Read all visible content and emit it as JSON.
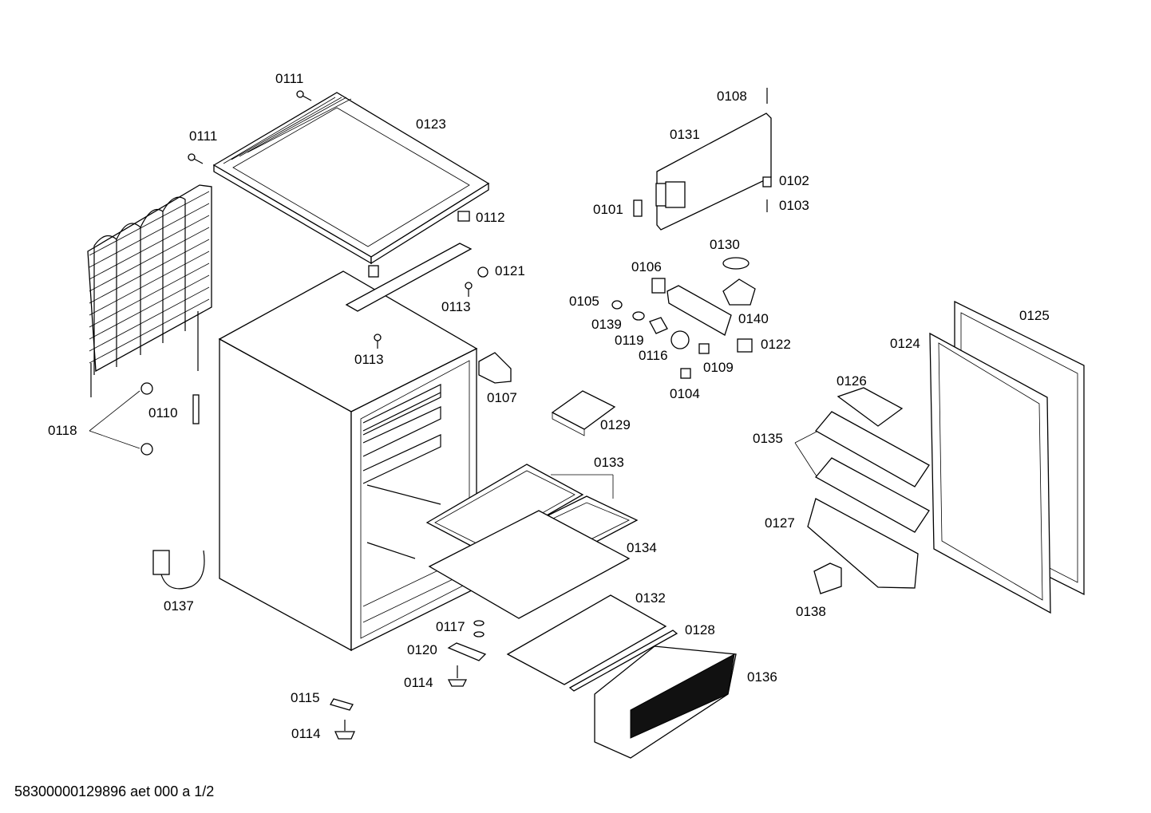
{
  "footer": "58300000129896 aet 000 a 1/2",
  "labels": {
    "l0111a": "0111",
    "l0111b": "0111",
    "l0123": "0123",
    "l0112": "0112",
    "l0121": "0121",
    "l0113a": "0113",
    "l0113b": "0113",
    "l0107": "0107",
    "l0118": "0118",
    "l0110": "0110",
    "l0137": "0137",
    "l0108": "0108",
    "l0131": "0131",
    "l0102": "0102",
    "l0103": "0103",
    "l0101": "0101",
    "l0130": "0130",
    "l0106": "0106",
    "l0105": "0105",
    "l0139": "0139",
    "l0140": "0140",
    "l0119": "0119",
    "l0116": "0116",
    "l0122": "0122",
    "l0109": "0109",
    "l0104": "0104",
    "l0129": "0129",
    "l0133": "0133",
    "l0134": "0134",
    "l0132": "0132",
    "l0128": "0128",
    "l0117": "0117",
    "l0120": "0120",
    "l0114a": "0114",
    "l0115": "0115",
    "l0114b": "0114",
    "l0136": "0136",
    "l0125": "0125",
    "l0124": "0124",
    "l0126": "0126",
    "l0135": "0135",
    "l0127": "0127",
    "l0138": "0138"
  }
}
